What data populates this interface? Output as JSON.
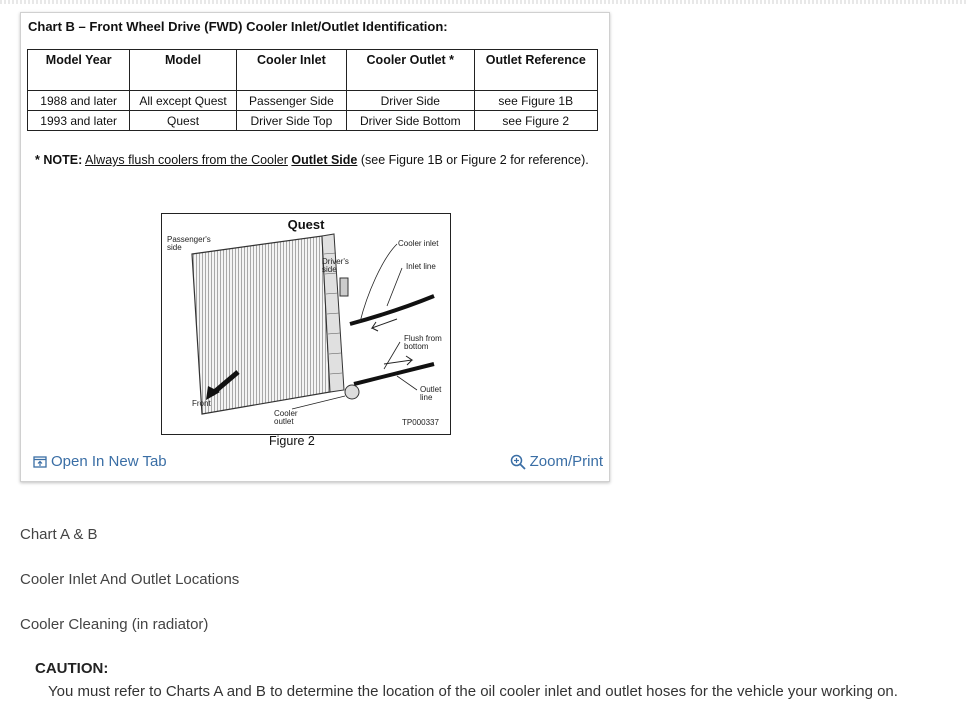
{
  "chart": {
    "title": "Chart B – Front Wheel Drive (FWD) Cooler Inlet/Outlet Identification:",
    "table": {
      "headers": [
        "Model Year",
        "Model",
        "Cooler Inlet",
        "Cooler Outlet *",
        "Outlet Reference"
      ],
      "rows": [
        [
          "1988 and later",
          "All except Quest",
          "Passenger Side",
          "Driver Side",
          "see Figure 1B"
        ],
        [
          "1993 and later",
          "Quest",
          "Driver Side Top",
          "Driver Side Bottom",
          "see Figure 2"
        ]
      ]
    },
    "note": {
      "star": "*",
      "label": "NOTE:",
      "underline_a": "Always flush coolers from the Cooler",
      "underline_b": "Outlet Side",
      "rest": " (see Figure 1B or Figure 2 for reference)."
    }
  },
  "diagram": {
    "title": "Quest",
    "labels": {
      "passenger_side": "Passenger's side",
      "drivers_side": "Driver's side",
      "cooler_inlet": "Cooler inlet",
      "inlet_line": "Inlet line",
      "flush_from_bottom": "Flush from bottom",
      "outlet_line": "Outlet line",
      "front": "Front",
      "cooler_outlet": "Cooler outlet",
      "code": "TP000337"
    },
    "caption": "Figure 2"
  },
  "actions": {
    "open_new_tab": "Open In New Tab",
    "zoom_print": "Zoom/Print"
  },
  "sections": {
    "chart_ab": "Chart A & B",
    "locations": "Cooler Inlet And Outlet Locations",
    "cleaning": "Cooler Cleaning (in radiator)"
  },
  "caution": {
    "heading": "CAUTION:",
    "text": "You must refer to Charts A and B to determine the location of the oil cooler inlet and outlet hoses for the vehicle your working on."
  },
  "colors": {
    "link": "#3a6ea5",
    "text": "#333333"
  }
}
